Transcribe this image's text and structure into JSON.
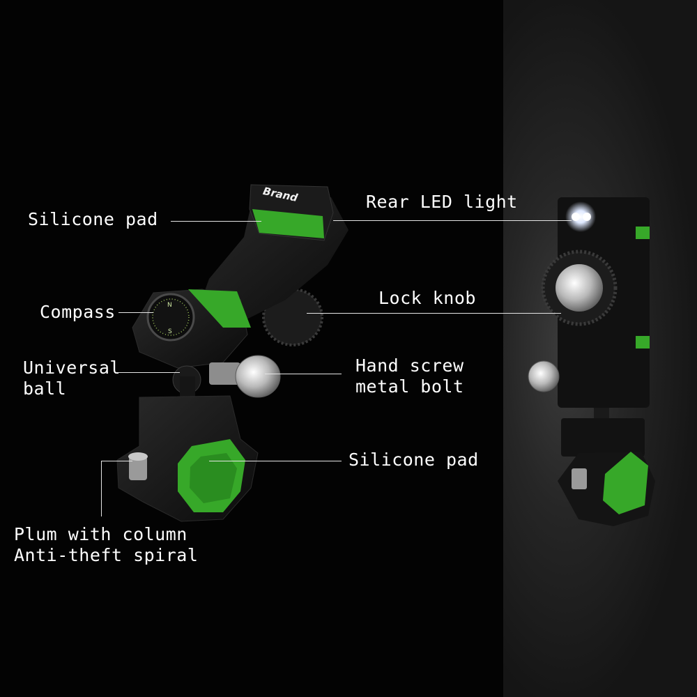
{
  "colors": {
    "accent_green": "#37a829",
    "body_black": "#141414",
    "label_white": "#ffffff",
    "led_blue": "#dfe9ff"
  },
  "product": {
    "brand_text": "Brand"
  },
  "labels": {
    "silicone_pad_top": "Silicone pad",
    "rear_led_light": "Rear LED light",
    "compass": "Compass",
    "lock_knob": "Lock knob",
    "universal_ball_line1": "Universal",
    "universal_ball_line2": "ball",
    "hand_screw_line1": "Hand screw",
    "hand_screw_line2": "metal bolt",
    "silicone_pad_bottom": "Silicone pad",
    "plum_line1": "Plum with column",
    "plum_line2": "Anti-theft spiral"
  }
}
